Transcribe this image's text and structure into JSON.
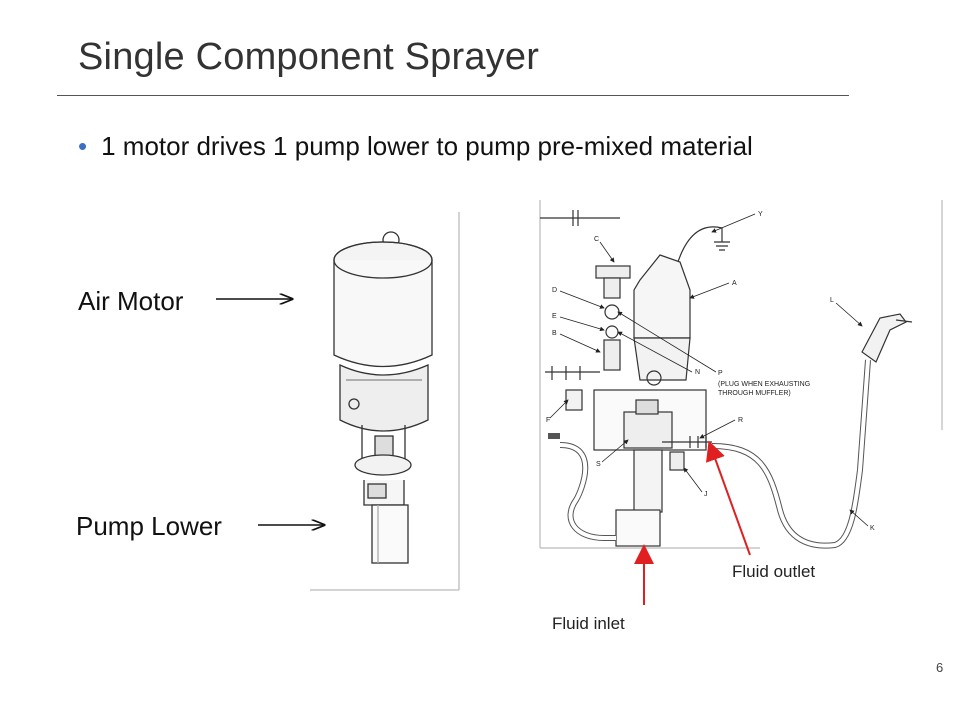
{
  "slide": {
    "title": "Single Component Sprayer",
    "bullet": "1 motor drives 1 pump lower to pump pre-mixed material",
    "page_number": "6"
  },
  "labels": {
    "air_motor": "Air Motor",
    "pump_lower": "Pump Lower",
    "fluid_outlet": "Fluid outlet",
    "fluid_inlet": "Fluid inlet"
  },
  "diagram_callouts": {
    "Y": "Y",
    "C": "C",
    "A": "A",
    "D": "D",
    "E": "E",
    "B": "B",
    "L": "L",
    "N": "N",
    "P": "P",
    "plug_note_1": "(PLUG WHEN EXHAUSTING",
    "plug_note_2": "THROUGH MUFFLER)",
    "F": "F",
    "R": "R",
    "S": "S",
    "J": "J",
    "K": "K"
  },
  "colors": {
    "arrow_red": "#e02020",
    "bullet_blue": "#3b6fc4"
  }
}
